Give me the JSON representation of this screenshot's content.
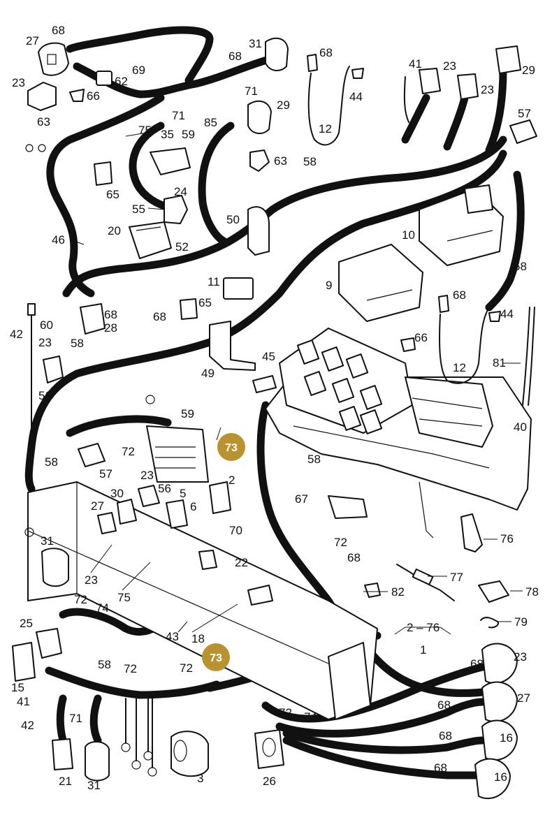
{
  "accent_color": "#B8932F",
  "labels": {
    "p68a": "68",
    "p27a": "27",
    "p23a": "23",
    "p66": "66",
    "p62": "62",
    "p69": "69",
    "p68b": "68",
    "p31a": "31",
    "p71a": "71",
    "p71b": "71",
    "p85": "85",
    "p29a": "29",
    "p75a": "75",
    "p35": "35",
    "p59a": "59",
    "p63a": "63",
    "p63b": "63",
    "p65a": "65",
    "p24": "24",
    "p55": "55",
    "p20": "20",
    "p52": "52",
    "p46": "46",
    "p50": "50",
    "p68c": "68",
    "p44a": "44",
    "p12a": "12",
    "p58a": "58",
    "p41a": "41",
    "p23b": "23",
    "p23c": "23",
    "p29b": "29",
    "p57a": "57",
    "p10": "10",
    "p58b": "58",
    "p9": "9",
    "p11": "11",
    "p68d": "68",
    "p65b": "65",
    "p68e": "68",
    "p28": "28",
    "p60": "60",
    "p23d": "23",
    "p58c": "58",
    "p42a": "42",
    "p56a": "56",
    "p49": "49",
    "p45": "45",
    "p66b": "66",
    "p68f": "68",
    "p44b": "44",
    "p12b": "12",
    "p81": "81",
    "p59b": "59",
    "p72a": "72",
    "p57b": "57",
    "p58d": "58",
    "p58e": "58",
    "p40": "40",
    "p23e": "23",
    "p56b": "56",
    "p30": "30",
    "p27b": "27",
    "p5": "5",
    "p6": "6",
    "p2a": "2",
    "p67": "67",
    "p70": "70",
    "p76": "76",
    "p31b": "31",
    "p72b": "72",
    "p68g": "68",
    "p22": "22",
    "p77": "77",
    "p23f": "23",
    "p75b": "75",
    "p82": "82",
    "p78": "78",
    "p72c": "72",
    "p74a": "74",
    "p79": "79",
    "p25": "25",
    "p43": "43",
    "p18": "18",
    "p2range": "2 – 76",
    "p1": "1",
    "p15": "15",
    "p58f": "58",
    "p72d": "72",
    "p72e": "72",
    "p68h": "68",
    "p23g": "23",
    "p41b": "41",
    "p27c": "27",
    "p68i": "68",
    "p72f": "72",
    "p74b": "74",
    "p42b": "42",
    "p71c": "71",
    "p68j": "68",
    "p16a": "16",
    "p68k": "68",
    "p16b": "16",
    "p21": "21",
    "p31c": "31",
    "p3": "3",
    "p26": "26"
  },
  "highlights": [
    {
      "label": "73"
    },
    {
      "label": "73"
    }
  ]
}
